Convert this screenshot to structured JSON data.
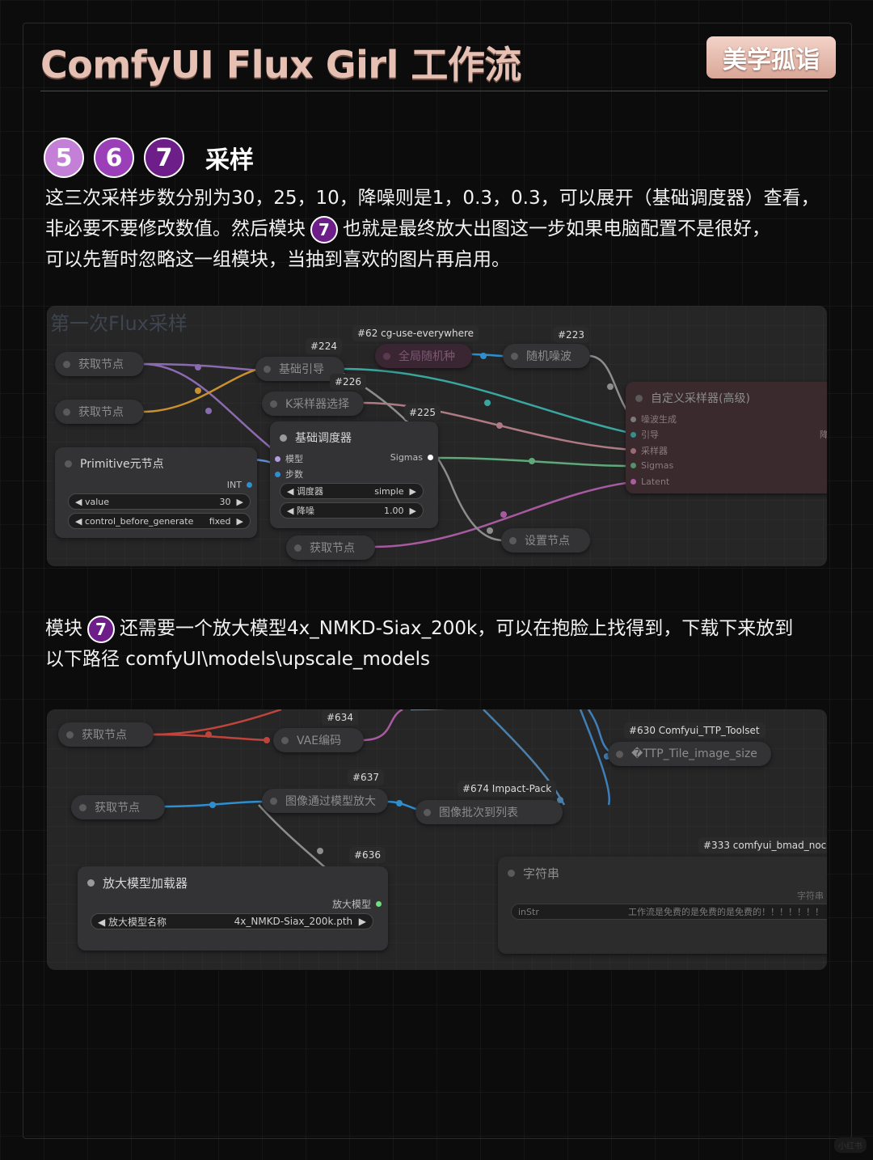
{
  "header": {
    "title": "ComfyUI Flux Girl 工作流",
    "badge": "美学孤诣"
  },
  "steps": {
    "numbers": [
      "5",
      "6",
      "7"
    ],
    "label": "采样"
  },
  "paragraph1": {
    "line1": "这三次采样步数分别为30，25，10，降噪则是1，0.3，0.3，可以展开（基础调度器）查看，",
    "line2_a": "非必要不要修改数值。然后模块",
    "line2_num": "7",
    "line2_b": "也就是最终放大出图这一步如果电脑配置不是很好，",
    "line3": "可以先暂时忽略这一组模块，当抽到喜欢的图片再启用。"
  },
  "paragraph2": {
    "line1_a": "模块",
    "line1_num": "7",
    "line1_b": "还需要一个放大模型4x_NMKD-Siax_200k，可以在抱脸上找得到，下载下来放到",
    "line2": "以下路径 comfyUI\\models\\upscale_models"
  },
  "screenshot1": {
    "group_label": "第一次Flux采样",
    "tags": {
      "t62": "#62 cg-use-everywhere",
      "t224": "#224",
      "t223": "#223",
      "t226": "#226",
      "t225": "#225"
    },
    "nodes": {
      "get_node_1": "获取节点",
      "get_node_2": "获取节点",
      "get_node_3": "获取节点",
      "guidance": "基础引导",
      "global_seed": "全局随机种",
      "random_noise": "随机噪波",
      "ksampler_select": "K采样器选择",
      "set_node": "设置节点",
      "custom_sampler": "自定义采样器(高级)"
    },
    "primitive": {
      "title": "Primitive元节点",
      "output": "INT",
      "value_name": "value",
      "value": "30",
      "cbg_name": "control_before_generate",
      "cbg_value": "fixed"
    },
    "scheduler": {
      "title": "基础调度器",
      "in_model": "模型",
      "in_steps": "步数",
      "out_sigmas": "Sigmas",
      "w_scheduler_name": "调度器",
      "w_scheduler_value": "simple",
      "w_denoise_name": "降噪",
      "w_denoise_value": "1.00"
    },
    "sampler_inputs": [
      "噪波生成",
      "引导",
      "采样器",
      "Sigmas",
      "Latent"
    ],
    "sampler_right_cut": "降"
  },
  "screenshot2": {
    "tags": {
      "t634": "#634",
      "t630": "#630 Comfyui_TTP_Toolset",
      "t637": "#637",
      "t674": "#674 Impact-Pack",
      "t636": "#636",
      "t333": "#333 comfyui_bmad_noc"
    },
    "nodes": {
      "get_node_1": "获取节点",
      "vae_encode": "VAE编码",
      "ttp_tile": "�TTP_Tile_image_size",
      "get_node_2": "获取节点",
      "upscale_with_model": "图像通过模型放大",
      "batch_to_list": "图像批次到列表",
      "string": "字符串"
    },
    "loader": {
      "title": "放大模型加载器",
      "output": "放大模型",
      "w_name": "放大模型名称",
      "w_value": "4x_NMKD-Siax_200k.pth"
    },
    "string_node": {
      "out_cut": "字符串",
      "in_name": "inStr",
      "in_value": "工作流是免费的是免费的是免费的！！！！！！！"
    }
  },
  "watermark": "小红书"
}
